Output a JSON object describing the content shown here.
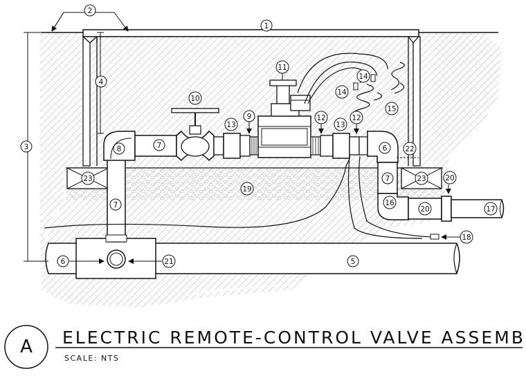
{
  "title": "ELECTRIC REMOTE-CONTROL VALVE ASSEMBLY",
  "scale": "SCALE: NTS",
  "detail_letter": "A",
  "callouts": {
    "c1": "1",
    "c2": "2",
    "c3": "3",
    "c4": "4",
    "c5": "5",
    "c6a": "6",
    "c6b": "6",
    "c7a": "7",
    "c7b": "7",
    "c7c": "7",
    "c8": "8",
    "c9": "9",
    "c10": "10",
    "c11": "11",
    "c12a": "12",
    "c12b": "12",
    "c13a": "13",
    "c13b": "13",
    "c14a": "14",
    "c14b": "14",
    "c15": "15",
    "c16": "16",
    "c17": "17",
    "c18": "18",
    "c19": "19",
    "c20a": "20",
    "c20b": "20",
    "c21": "21",
    "c22": "22",
    "c23a": "23",
    "c23b": "23"
  }
}
